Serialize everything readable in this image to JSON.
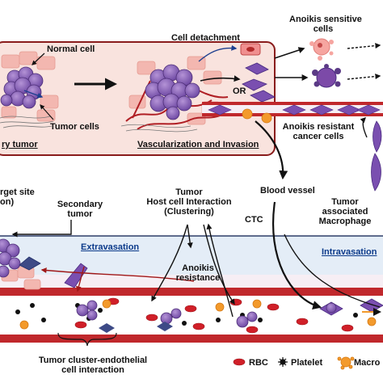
{
  "labels": {
    "normal_cell": "Normal cell",
    "cell_detachment": "Cell detachment",
    "anoikis_sensitive_line1": "Anoikis sensitive",
    "anoikis_sensitive_line2": "cells",
    "tumor_cells": "Tumor cells",
    "primary_tumor": "ry tumor",
    "or": "OR",
    "vascularization_invasion": "Vascularization and Invasion",
    "anoikis_resistant_line1": "Anoikis resistant",
    "anoikis_resistant_line2": "cancer cells",
    "target_site_line1": "rget site",
    "target_site_line2": "on)",
    "secondary_tumor_line1": "Secondary",
    "secondary_tumor_line2": "tumor",
    "tumor_host_line1": "Tumor",
    "tumor_host_line2": "Host cell Interaction",
    "tumor_host_line3": "(Clustering)",
    "blood_vessel": "Blood vessel",
    "tam_line1": "Tumor",
    "tam_line2": "associated",
    "tam_line3": "Macrophage",
    "ctc": "CTC",
    "extravasation": "Extravasation",
    "intravasation": "Intravasation",
    "anoikis_resistance_line1": "Anoikis",
    "anoikis_resistance_line2": "resistance",
    "cluster_endothelial_line1": "Tumor cluster-endothelial",
    "cluster_endothelial_line2": "cell interaction",
    "legend_rbc": "RBC",
    "legend_platelet": "Platelet",
    "legend_macrophage": "Macro"
  },
  "colors": {
    "tissue_bg": "#f9e3de",
    "tissue_border": "#8a1c1c",
    "tissue_cell": "#f3b7b0",
    "tumor": "#8e63b8",
    "tumor_dark": "#5b3a86",
    "vessel_bg": "#e4edf7",
    "vessel_wall": "#c0282c",
    "rbc": "#d01f28",
    "platelet": "#111111",
    "macrophage": "#f39a2c",
    "endothelial": "#7a4fb0",
    "arrow": "#111111",
    "red_arrow": "#a01818"
  }
}
